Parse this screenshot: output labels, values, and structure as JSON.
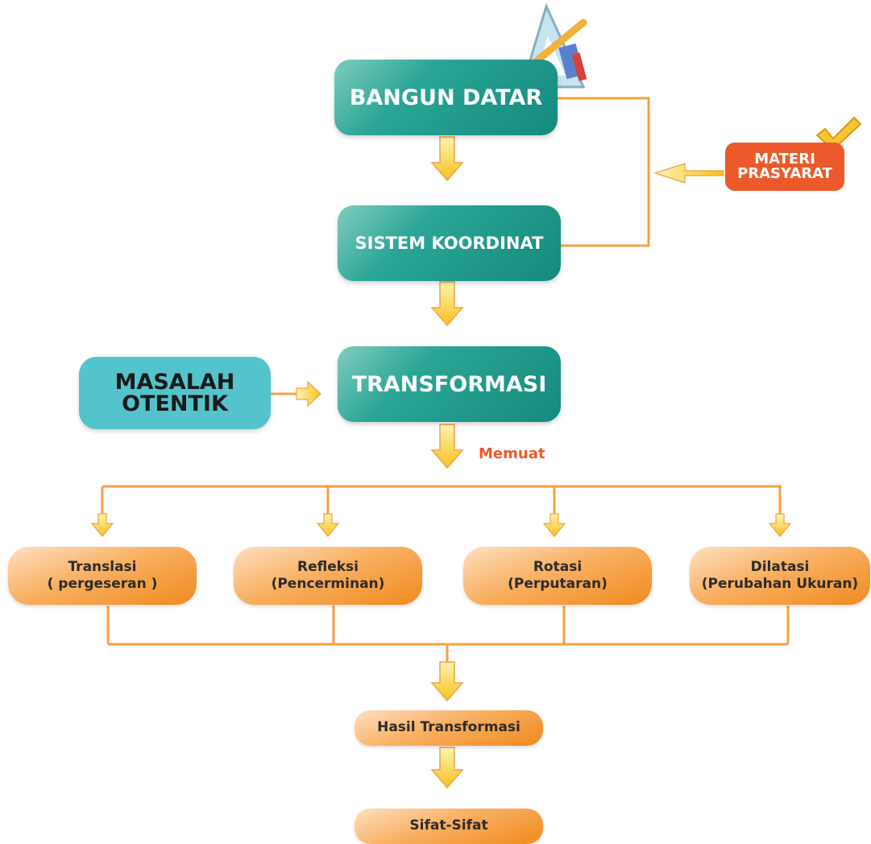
{
  "nodes": {
    "bangun_datar": "BANGUN DATAR",
    "sistem_koordinat": "SISTEM KOORDINAT",
    "transformasi": "TRANSFORMASI",
    "masalah_otentik": "MASALAH\nOTENTIK",
    "materi_prasyarat": "MATERI\nPRASYARAT",
    "translasi": "Translasi\n( pergeseran )",
    "refleksi": "Refleksi\n(Pencerminan)",
    "rotasi": "Rotasi\n(Perputaran)",
    "dilatasi": "Dilatasi\n(Perubahan Ukuran)",
    "hasil_transformasi": "Hasil Transformasi",
    "sifat_sifat": "Sifat-Sifat"
  },
  "edge_label": "Memuat",
  "colors": {
    "teal": "#1a9a8c",
    "cyan": "#53c3cc",
    "prerequisite": "#ec5a2b",
    "orange": "#f5a142",
    "connector": "#f5a142"
  },
  "icons": [
    "geometry-tools-icon",
    "checkmark-icon",
    "down-arrow-icon",
    "right-arrow-icon",
    "left-arrow-icon"
  ]
}
